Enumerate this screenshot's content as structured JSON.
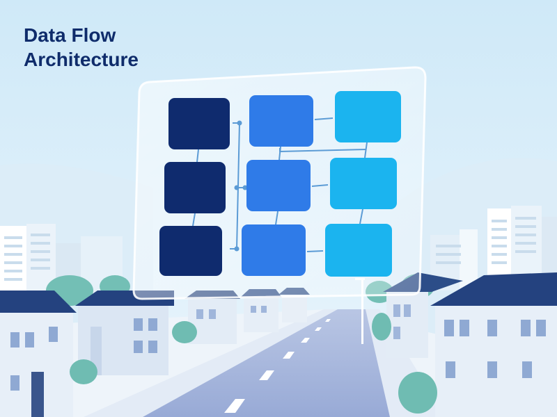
{
  "title": {
    "line1": "Data Flow",
    "line2": "Architecture"
  },
  "colors": {
    "sky_top": "#cfe9f8",
    "sky_bottom": "#eaf5fc",
    "title": "#0f2c6b",
    "node_dark": "#0f2b6e",
    "node_medium": "#2f7be8",
    "node_light": "#1bb4ef",
    "connector": "#5b9bd5",
    "roof": "#24427f",
    "road": "#9fb1d8"
  },
  "diagram": {
    "panel": "frosted-glass",
    "grid": {
      "rows": 3,
      "columns": 3
    },
    "nodes": [
      {
        "id": "r1c1",
        "tone": "dark"
      },
      {
        "id": "r1c2",
        "tone": "medium"
      },
      {
        "id": "r1c3",
        "tone": "light"
      },
      {
        "id": "r2c1",
        "tone": "dark"
      },
      {
        "id": "r2c2",
        "tone": "medium"
      },
      {
        "id": "r2c3",
        "tone": "light"
      },
      {
        "id": "r3c1",
        "tone": "dark"
      },
      {
        "id": "r3c2",
        "tone": "medium"
      },
      {
        "id": "r3c3",
        "tone": "light"
      }
    ],
    "connectors": [
      "r1c1-r2c1",
      "r2c1-r3c1",
      "r1c2-r2c2",
      "r2c2-r3c2",
      "r1c3-r2c3",
      "r2c3-r3c3",
      "r1c2-r1c3",
      "r2c2-r2c3",
      "r3c2-r3c3",
      "bus-to-col2",
      "r1c2-r1c3-branch"
    ]
  }
}
